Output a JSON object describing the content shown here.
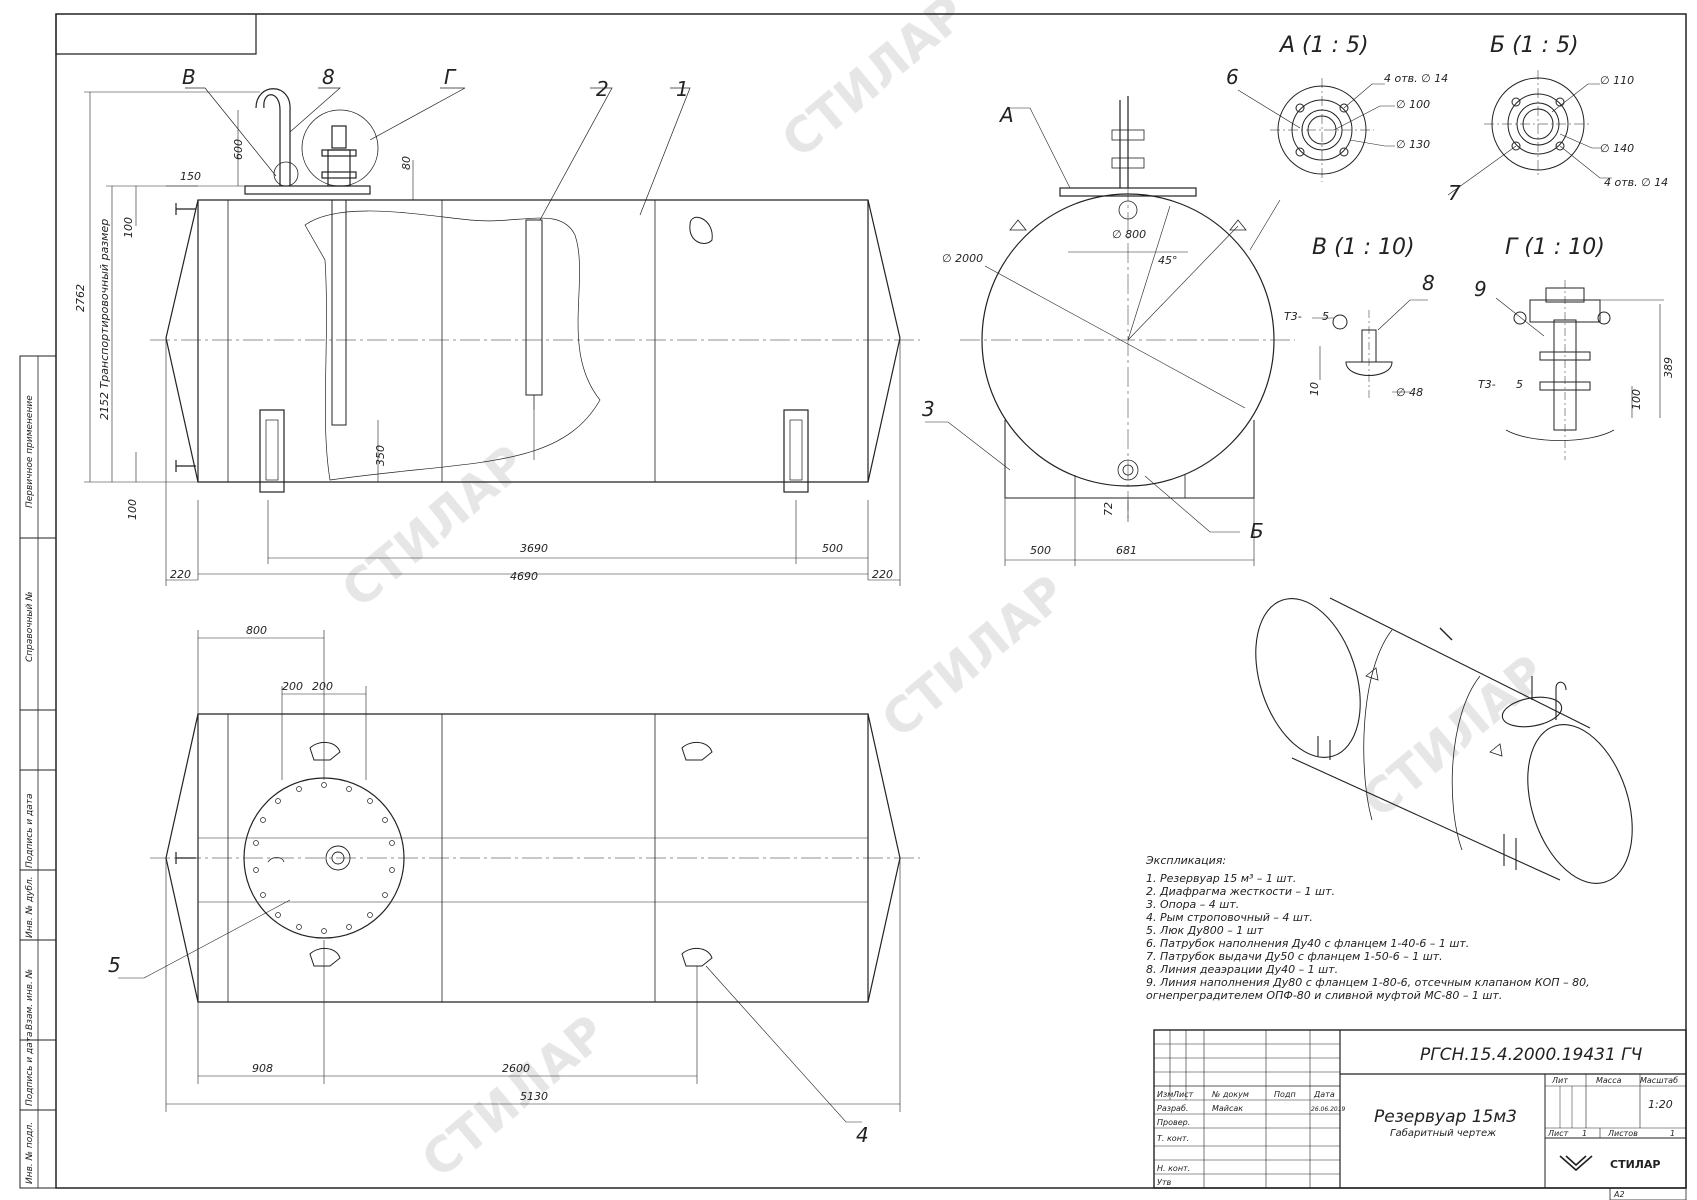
{
  "views": {
    "A": "А  (1 : 5)",
    "B": "Б  (1 : 5)",
    "V": "В  (1 : 10)",
    "G": "Г  (1 : 10)"
  },
  "callouts": {
    "c1": "1",
    "c2": "2",
    "c3": "3",
    "c4": "4",
    "c5": "5",
    "c6": "6",
    "c7": "7",
    "c8": "8",
    "c9": "9",
    "cV": "В",
    "cG": "Г",
    "cA": "А",
    "cB": "Б"
  },
  "front_dims": {
    "d2762": "2762",
    "d2152": "2152 Транспортировочный размер",
    "d600": "600",
    "d80": "80",
    "d150": "150",
    "d100a": "100",
    "d100b": "100",
    "d350": "350",
    "d3690": "3690",
    "d500": "500",
    "d4690": "4690",
    "d220a": "220",
    "d220b": "220"
  },
  "side_dims": {
    "d2000": "∅ 2000",
    "d800": "∅ 800",
    "d45": "45°",
    "d500": "500",
    "d681": "681",
    "d72": "72"
  },
  "plan_dims": {
    "d800": "800",
    "d200a": "200",
    "d200b": "200",
    "d908": "908",
    "d2600": "2600",
    "d5130": "5130"
  },
  "detail_dims": {
    "a_holes": "4 отв. ∅ 14",
    "a_d100": "∅ 100",
    "a_d130": "∅ 130",
    "b_d110": "∅ 110",
    "b_d140": "∅ 140",
    "b_holes": "4 отв. ∅ 14",
    "v_weld": "Т3-",
    "v_weld_n": "5",
    "v_d48": "∅ 48",
    "v_10": "10",
    "g_weld": "Т3-",
    "g_weld_n": "5",
    "g_389": "389",
    "g_100": "100"
  },
  "explication": {
    "title": "Экспликация:",
    "items": [
      "1.   Резервуар 15 м³ – 1 шт.",
      "2.   Диафрагма жесткости – 1 шт.",
      "3.   Опора – 4 шт.",
      "4.   Рым строповочный – 4 шт.",
      "5.   Люк Ду800 – 1 шт",
      "6.   Патрубок наполнения Ду40 с фланцем 1-40-6 – 1 шт.",
      "7.   Патрубок выдачи Ду50 с фланцем 1-50-6 – 1 шт.",
      "8.   Линия деаэрации Ду40 – 1 шт.",
      "9.   Линия наполнения Ду80 с фланцем 1-80-6, отсечным клапаном КОП – 80,",
      "      огнепреградителем ОПФ-80 и сливной муфтой МС-80 – 1 шт."
    ]
  },
  "side_margin": [
    "Первичное применение",
    "Справочный №",
    "Подпись и дата",
    "Инв. № дубл.",
    "Взам. инв. №",
    "Подпись и дата",
    "Инв. № подл."
  ],
  "stamp": {
    "code": "РГСН.15.4.2000.19431 ГЧ",
    "title": "Резервуар 15м3",
    "subtitle": "Габаритный чертеж",
    "col_izm": "Изм",
    "col_list": "Лист",
    "col_doc": "№ докум",
    "col_podp": "Подп",
    "col_data": "Дата",
    "razrab": "Разраб.",
    "razrab_name": "Майсак",
    "razrab_date": "26.06.2019",
    "prover": "Провер.",
    "tkont": "Т. конт.",
    "nkont": "Н. конт.",
    "utv": "Утв",
    "h_list": "Лит",
    "h_mass": "Масса",
    "h_scale": "Масштаб",
    "scale": "1:20",
    "sheet_label": "Лист",
    "sheet_num": "1",
    "sheets_label": "Листов",
    "sheets_num": "1",
    "company": "СТИЛАР"
  },
  "format": "А2",
  "watermark": "СТИЛАР"
}
